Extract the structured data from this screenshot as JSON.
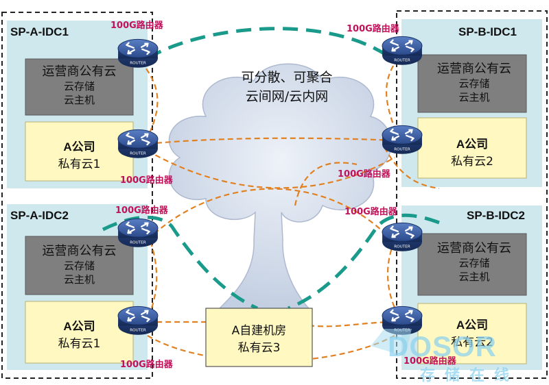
{
  "cloud": {
    "line1": "可分散、可聚合",
    "line2": "云间网/云内网"
  },
  "idc": [
    {
      "id": "sp_a_idc1",
      "label": "SP-A-IDC1"
    },
    {
      "id": "sp_b_idc1",
      "label": "SP-B-IDC1"
    },
    {
      "id": "sp_a_idc2",
      "label": "SP-A-IDC2"
    },
    {
      "id": "sp_b_idc2",
      "label": "SP-B-IDC2"
    }
  ],
  "router_label": "100G路由器",
  "router_icon_text": "ROUTER",
  "public_cloud": {
    "title": "运营商公有云",
    "storage": "云存储",
    "host": "云主机"
  },
  "private_clouds": [
    {
      "company": "A公司",
      "name": "私有云1"
    },
    {
      "company": "A公司",
      "name": "私有云2"
    },
    {
      "company": "A公司",
      "name": "私有云1"
    },
    {
      "company": "A公司",
      "name": "私有云2"
    }
  ],
  "own_dc": {
    "title": "A自建机房",
    "name": "私有云3"
  },
  "watermark": {
    "main": "DOSOR",
    "sub": "存储在线"
  },
  "colors": {
    "idc_bg": "#cfe8ee",
    "public_cloud_bg": "#7f7f7f",
    "private_cloud_bg": "#fff8c0",
    "cloud_fill": "#d2dceb",
    "green_link": "#1a9a8a",
    "orange_link": "#e08020",
    "router_body": "#2b4a8b",
    "router_label": "#c0125a"
  }
}
